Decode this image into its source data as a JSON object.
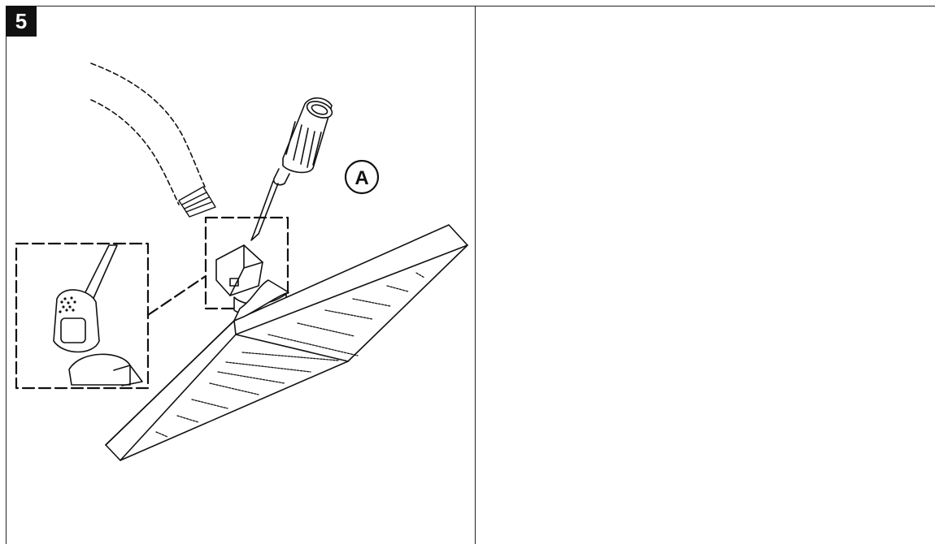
{
  "step": {
    "number": "5"
  },
  "callout": {
    "label": "A"
  },
  "colors": {
    "line": "#111111",
    "background": "#ffffff",
    "badge": "#111111"
  },
  "icons": {
    "step": "step-number-badge",
    "tool": "screwdriver-icon",
    "part": "showerhead-icon"
  }
}
